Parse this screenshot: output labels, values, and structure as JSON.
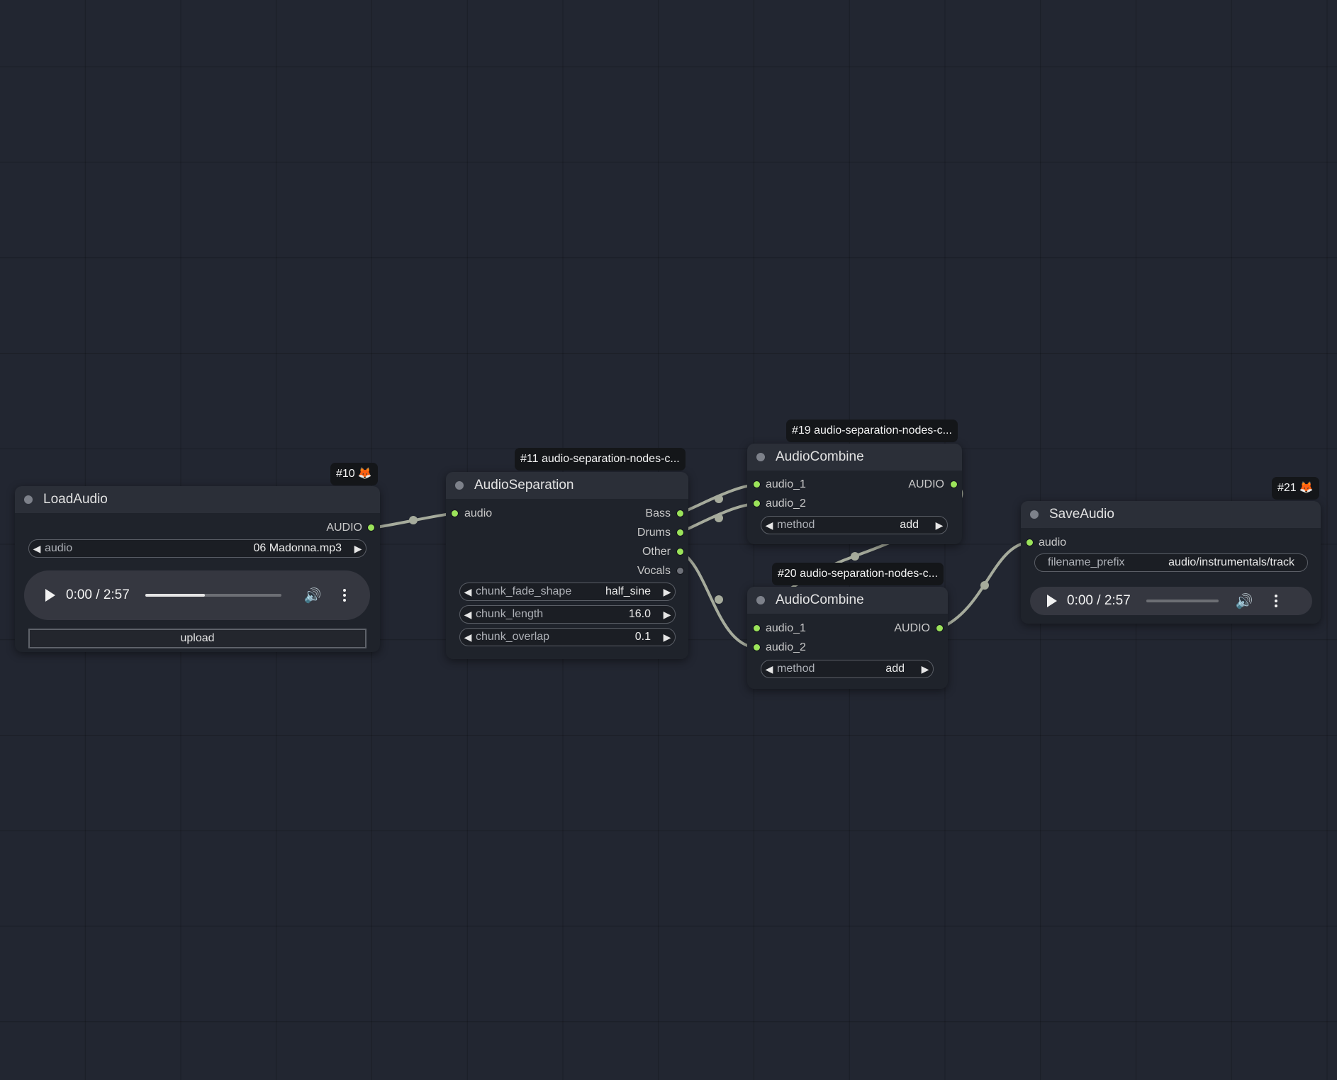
{
  "nodes": {
    "load_audio": {
      "badge": "#10",
      "title": "LoadAudio",
      "output": "AUDIO",
      "widget_audio": {
        "label": "audio",
        "value": "06 Madonna.mp3"
      },
      "player": {
        "time": "0:00 / 2:57",
        "progress": 0.44
      },
      "upload_label": "upload"
    },
    "audio_separation": {
      "badge": "#11 audio-separation-nodes-c...",
      "title": "AudioSeparation",
      "input": "audio",
      "outputs": [
        "Bass",
        "Drums",
        "Other",
        "Vocals"
      ],
      "widgets": [
        {
          "label": "chunk_fade_shape",
          "value": "half_sine"
        },
        {
          "label": "chunk_length",
          "value": "16.0"
        },
        {
          "label": "chunk_overlap",
          "value": "0.1"
        }
      ]
    },
    "audio_combine_19": {
      "badge": "#19 audio-separation-nodes-c...",
      "title": "AudioCombine",
      "inputs": [
        "audio_1",
        "audio_2"
      ],
      "output": "AUDIO",
      "widget": {
        "label": "method",
        "value": "add"
      }
    },
    "audio_combine_20": {
      "badge": "#20 audio-separation-nodes-c...",
      "title": "AudioCombine",
      "inputs": [
        "audio_1",
        "audio_2"
      ],
      "output": "AUDIO",
      "widget": {
        "label": "method",
        "value": "add"
      }
    },
    "save_audio": {
      "badge": "#21",
      "title": "SaveAudio",
      "input": "audio",
      "widget": {
        "label": "filename_prefix",
        "value": "audio/instrumentals/track"
      },
      "player": {
        "time": "0:00 / 2:57",
        "progress": 0
      }
    }
  },
  "icons": {
    "fox": "fox-icon",
    "play": "play-icon",
    "volume": "volume-icon",
    "more": "more-vertical-icon",
    "arrow_left": "arrow-left-icon",
    "arrow_right": "arrow-right-icon"
  },
  "colors": {
    "port_connected": "#9be35a",
    "port_unconnected": "#6d7078",
    "link": "#a6ab9c",
    "canvas": "#222631"
  }
}
